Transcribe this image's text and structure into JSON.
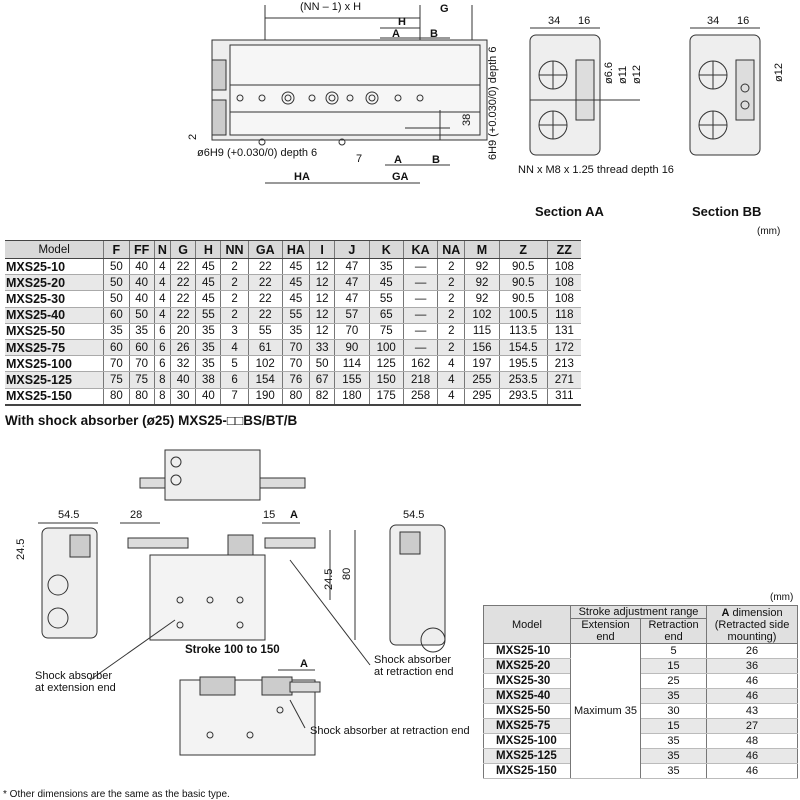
{
  "top_drawing": {
    "labels": {
      "nn_h": "(NN – 1) x H",
      "h": "H",
      "g": "G",
      "a": "A",
      "b": "B",
      "depth_right": "6H9 (+0.030/0) depth 6",
      "d38": "38",
      "d2": "2",
      "hole_left": "ø6H9 (+0.030/0) depth 6",
      "d7": "7",
      "a2": "A",
      "b2": "B",
      "ha": "HA",
      "ga": "GA"
    }
  },
  "section_aa": {
    "title": "Section AA",
    "d34": "34",
    "d16": "16",
    "d66": "ø6.6",
    "d11": "ø11",
    "d12": "ø12",
    "thread": "NN x M8 x 1.25 thread depth 16"
  },
  "section_bb": {
    "title": "Section BB",
    "d34": "34",
    "d16": "16",
    "d12": "ø12"
  },
  "unit": "(mm)",
  "main_table": {
    "headers": [
      "Model",
      "F",
      "FF",
      "N",
      "G",
      "H",
      "NN",
      "GA",
      "HA",
      "I",
      "J",
      "K",
      "KA",
      "NA",
      "M",
      "Z",
      "ZZ"
    ],
    "rows": [
      [
        "MXS25-10",
        "50",
        "40",
        "4",
        "22",
        "45",
        "2",
        "22",
        "45",
        "12",
        "47",
        "35",
        "—",
        "2",
        "92",
        "90.5",
        "108"
      ],
      [
        "MXS25-20",
        "50",
        "40",
        "4",
        "22",
        "45",
        "2",
        "22",
        "45",
        "12",
        "47",
        "45",
        "—",
        "2",
        "92",
        "90.5",
        "108"
      ],
      [
        "MXS25-30",
        "50",
        "40",
        "4",
        "22",
        "45",
        "2",
        "22",
        "45",
        "12",
        "47",
        "55",
        "—",
        "2",
        "92",
        "90.5",
        "108"
      ],
      [
        "MXS25-40",
        "60",
        "50",
        "4",
        "22",
        "55",
        "2",
        "22",
        "55",
        "12",
        "57",
        "65",
        "—",
        "2",
        "102",
        "100.5",
        "118"
      ],
      [
        "MXS25-50",
        "35",
        "35",
        "6",
        "20",
        "35",
        "3",
        "55",
        "35",
        "12",
        "70",
        "75",
        "—",
        "2",
        "115",
        "113.5",
        "131"
      ],
      [
        "MXS25-75",
        "60",
        "60",
        "6",
        "26",
        "35",
        "4",
        "61",
        "70",
        "33",
        "90",
        "100",
        "—",
        "2",
        "156",
        "154.5",
        "172"
      ],
      [
        "MXS25-100",
        "70",
        "70",
        "6",
        "32",
        "35",
        "5",
        "102",
        "70",
        "50",
        "114",
        "125",
        "162",
        "4",
        "197",
        "195.5",
        "213"
      ],
      [
        "MXS25-125",
        "75",
        "75",
        "8",
        "40",
        "38",
        "6",
        "154",
        "76",
        "67",
        "155",
        "150",
        "218",
        "4",
        "255",
        "253.5",
        "271"
      ],
      [
        "MXS25-150",
        "80",
        "80",
        "8",
        "30",
        "40",
        "7",
        "190",
        "80",
        "82",
        "180",
        "175",
        "258",
        "4",
        "295",
        "293.5",
        "311"
      ]
    ]
  },
  "shock_heading": "With shock absorber (ø25) MXS25-□□BS/BT/B",
  "shock_drawing": {
    "d545a": "54.5",
    "d245a": "24.5",
    "d28": "28",
    "d15": "15",
    "a": "A",
    "d245b": "24.5",
    "d80": "80",
    "d545b": "54.5",
    "stroke": "Stroke 100 to 150",
    "ext_label_1": "Shock absorber",
    "ext_label_2": "at extension end",
    "ret_label_1": "Shock absorber",
    "ret_label_2": "at retraction end",
    "a2": "A",
    "ret_label_b": "Shock absorber at retraction end"
  },
  "shock_table": {
    "unit": "(mm)",
    "h_model": "Model",
    "h_range": "Stroke adjustment range",
    "h_ext": "Extension end",
    "h_ret": "Retraction end",
    "h_a_bold": "A",
    "h_a": " dimension (Retracted side mounting)",
    "extension_value": "Maximum 35",
    "rows": [
      [
        "MXS25-10",
        "5",
        "26"
      ],
      [
        "MXS25-20",
        "15",
        "36"
      ],
      [
        "MXS25-30",
        "25",
        "46"
      ],
      [
        "MXS25-40",
        "35",
        "46"
      ],
      [
        "MXS25-50",
        "30",
        "43"
      ],
      [
        "MXS25-75",
        "15",
        "27"
      ],
      [
        "MXS25-100",
        "35",
        "48"
      ],
      [
        "MXS25-125",
        "35",
        "46"
      ],
      [
        "MXS25-150",
        "35",
        "46"
      ]
    ]
  },
  "footnote": "* Other dimensions are the same as the basic type."
}
